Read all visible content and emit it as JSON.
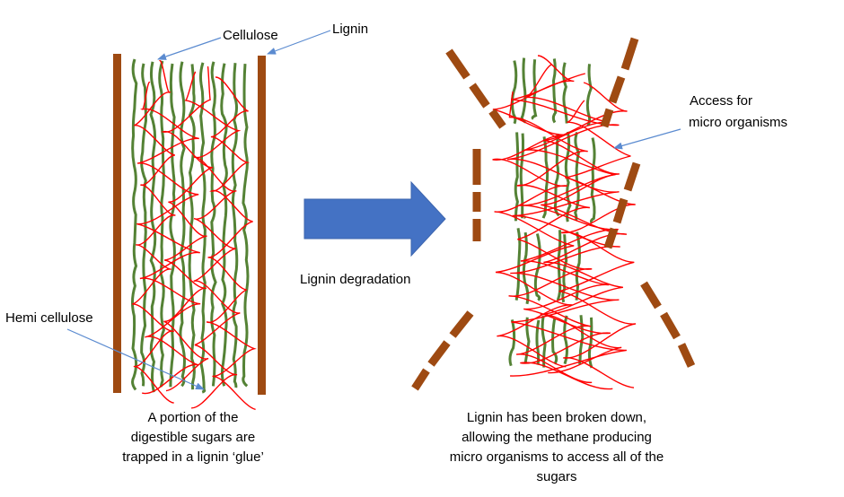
{
  "labels": {
    "cellulose": "Cellulose",
    "lignin": "Lignin",
    "hemicellulose": "Hemi cellulose",
    "access_line1": "Access for",
    "access_line2": "micro organisms",
    "process": "Lignin degradation"
  },
  "captions": {
    "left": [
      "A portion of the",
      "digestible sugars are",
      "trapped in a lignin ‘glue’"
    ],
    "right": [
      "Lignin has been broken down,",
      "allowing the methane producing",
      "micro organisms to access all of the",
      "sugars"
    ]
  },
  "colors": {
    "lignin": "#9e4a12",
    "cellulose": "#548235",
    "hemicellulose": "#ff0000",
    "arrow": "#4472c4",
    "pointer": "#5b8bd0"
  }
}
